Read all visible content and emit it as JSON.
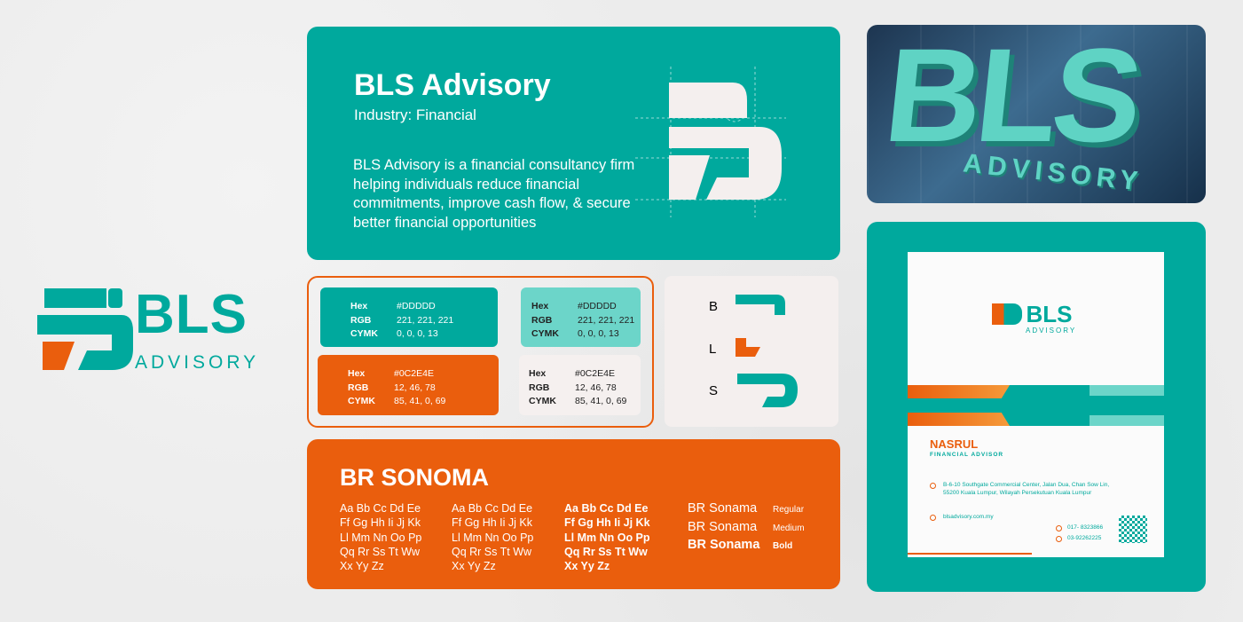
{
  "logo": {
    "wordmark": "BLS",
    "tagline": "ADVISORY"
  },
  "intro": {
    "title": "BLS Advisory",
    "industry": "Industry: Financial",
    "description": "BLS Advisory is a financial consultancy firm helping individuals reduce financial commitments, improve cash flow, & secure better financial opportunities"
  },
  "colors": {
    "teal": "#00A99D",
    "light_teal": "#6CD5C9",
    "orange": "#EA5E0D",
    "off_white": "#F5F0EF",
    "labels": {
      "hex": "Hex",
      "rgb": "RGB",
      "cymk": "CYMK"
    },
    "swatches": [
      {
        "hex": "#DDDDD",
        "rgb": "221, 221, 221",
        "cymk": "0, 0, 0, 13"
      },
      {
        "hex": "#DDDDD",
        "rgb": "221, 221, 221",
        "cymk": "0, 0, 0, 13"
      },
      {
        "hex": "#0C2E4E",
        "rgb": "12, 46, 78",
        "cymk": "85, 41, 0, 69"
      },
      {
        "hex": "#0C2E4E",
        "rgb": "12, 46, 78",
        "cymk": "85, 41, 0, 69"
      }
    ]
  },
  "construction": {
    "letters": [
      "B",
      "L",
      "S"
    ]
  },
  "typography": {
    "title": "BR SONOMA",
    "sample": "Aa Bb Cc Dd Ee\nFf Gg Hh Ii Jj Kk\nLl Mm Nn Oo Pp\nQq Rr Ss Tt Ww\nXx Yy Zz",
    "weights": [
      {
        "name": "BR Sonama",
        "label": "Regular"
      },
      {
        "name": "BR Sonama",
        "label": "Medium"
      },
      {
        "name": "BR Sonama",
        "label": "Bold"
      }
    ]
  },
  "signage": {
    "text": "BLS",
    "sub": "ADVISORY"
  },
  "business_card": {
    "logo": "BLS",
    "logo_sub": "ADVISORY",
    "name": "NASRUL",
    "role": "FINANCIAL ADVISOR",
    "address": "B-6-10 Southgate Commercial Center, Jalan Dua, Chan Sow Lin, 55200 Kuala Lumpur, Wilayah Persekutuan Kuala Lumpur",
    "website": "blsadvisory.com.my",
    "phone1": "017- 8323866",
    "phone2": "03-92262225"
  }
}
